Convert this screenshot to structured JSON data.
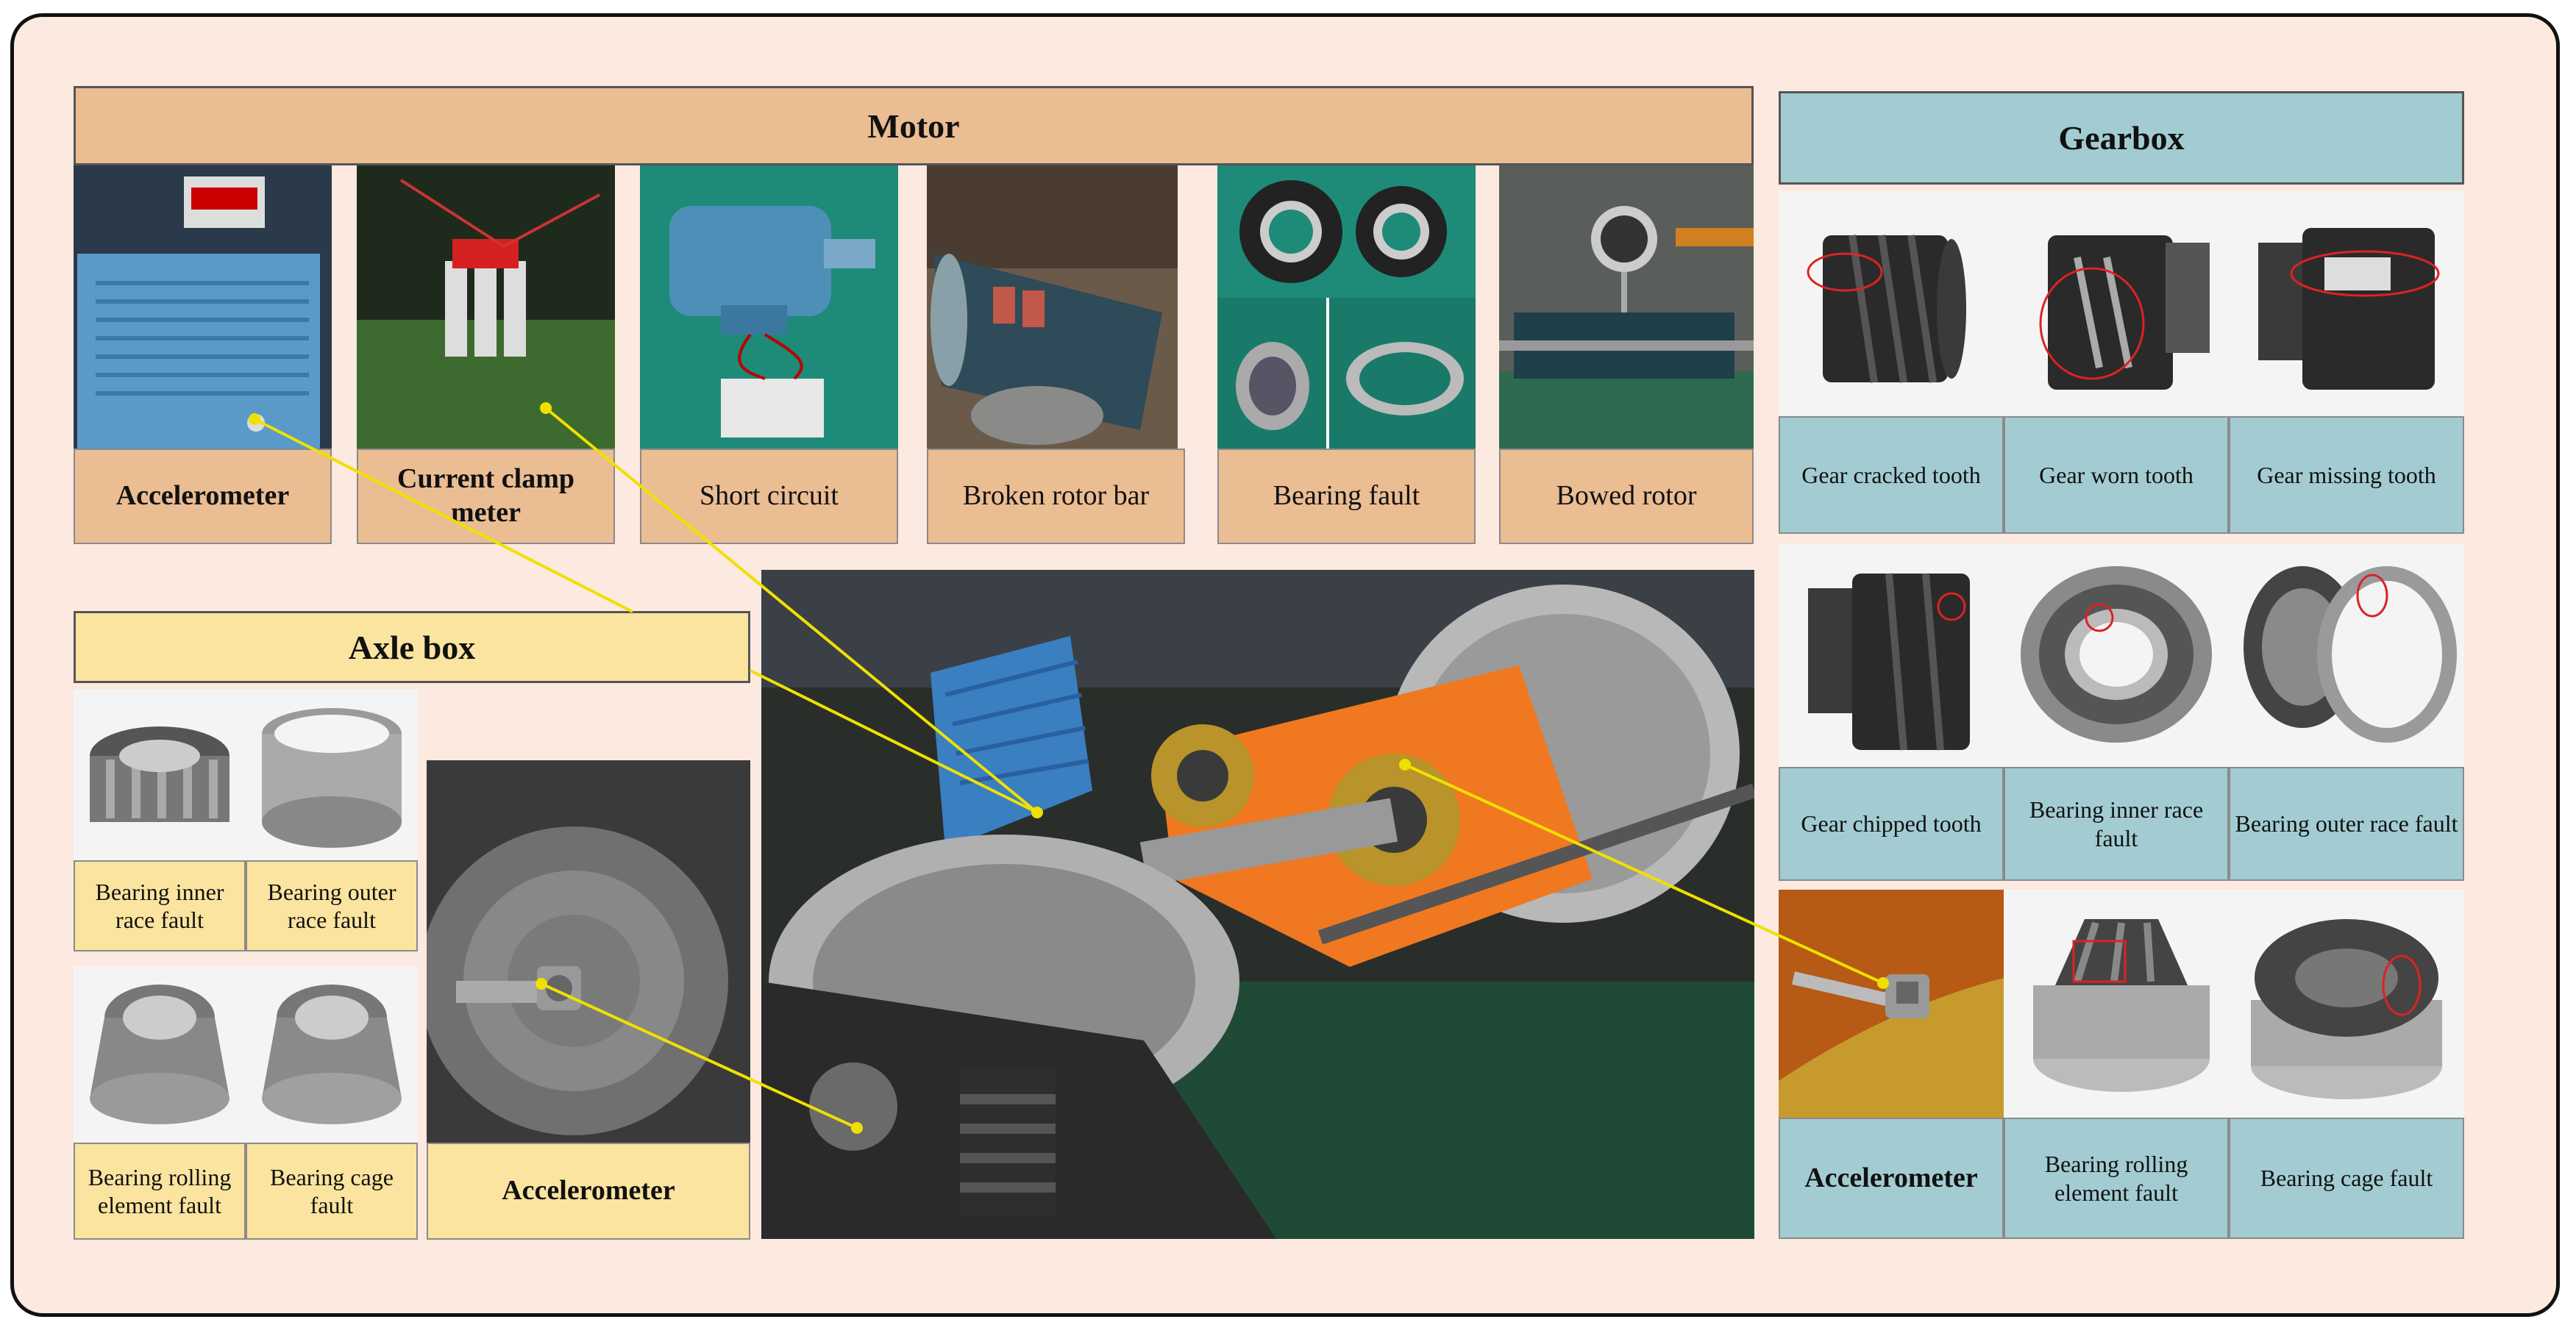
{
  "motor": {
    "title": "Motor",
    "items": [
      {
        "label": "Accelerometer",
        "icon": "accelerometer-on-motor"
      },
      {
        "label": "Current clamp meter",
        "icon": "current-clamp-meter"
      },
      {
        "label": "Short circuit",
        "icon": "motor-short-circuit"
      },
      {
        "label": "Broken rotor bar",
        "icon": "broken-rotor-bar"
      },
      {
        "label": "Bearing fault",
        "icon": "bearing"
      },
      {
        "label": "Bowed rotor",
        "icon": "bowed-rotor-with-dial-gauge"
      }
    ]
  },
  "gearbox": {
    "title": "Gearbox",
    "items": [
      {
        "label": "Gear cracked tooth",
        "icon": "helical-gear"
      },
      {
        "label": "Gear worn tooth",
        "icon": "helical-gear"
      },
      {
        "label": "Gear missing tooth",
        "icon": "helical-gear"
      },
      {
        "label": "Gear chipped tooth",
        "icon": "helical-gear"
      },
      {
        "label": "Bearing inner race fault",
        "icon": "tapered-roller-bearing"
      },
      {
        "label": "Bearing outer race fault",
        "icon": "tapered-roller-bearing"
      },
      {
        "label": "Accelerometer",
        "icon": "accelerometer-on-gearbox"
      },
      {
        "label": "Bearing rolling element fault",
        "icon": "tapered-roller-bearing"
      },
      {
        "label": "Bearing cage fault",
        "icon": "tapered-roller-bearing"
      }
    ]
  },
  "axle_box": {
    "title": "Axle box",
    "items": [
      {
        "label": "Bearing inner race fault",
        "icon": "tapered-roller-bearing"
      },
      {
        "label": "Bearing outer race fault",
        "icon": "bearing-outer-ring"
      },
      {
        "label": "Bearing rolling element fault",
        "icon": "tapered-roller-bearing"
      },
      {
        "label": "Bearing cage fault",
        "icon": "tapered-roller-bearing"
      }
    ],
    "accelerometer_label": "Accelerometer"
  },
  "test_rig": {
    "icon": "wheelset-test-rig"
  },
  "colors": {
    "motor_header": "#ebbd93",
    "gearbox_header": "#a2ccd2",
    "axle_header": "#fbe49f",
    "frame_background": "#fce9e0",
    "connector_line": "#f0e000"
  }
}
